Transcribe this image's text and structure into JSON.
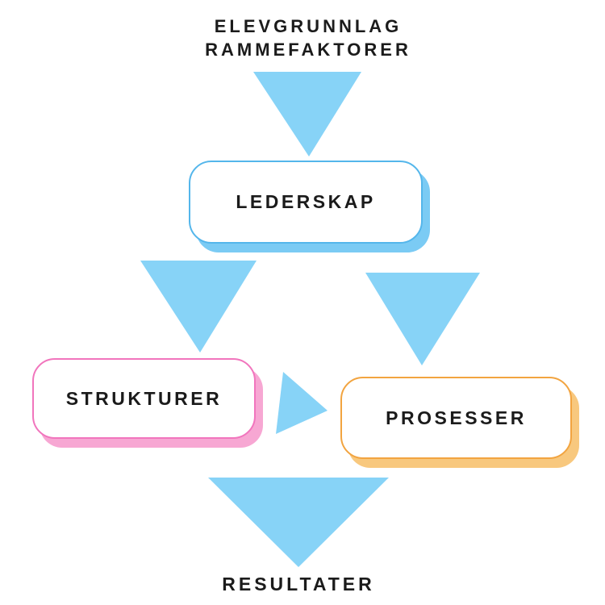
{
  "colors": {
    "background": "#ffffff",
    "arrow_blue": "#87d3f7",
    "box_fill": "#ffffff",
    "text": "#1b1b1b",
    "lederskap_border": "#54b6eb",
    "lederskap_shadow": "#7bcbf4",
    "strukturer_border": "#f175bd",
    "strukturer_shadow": "#f7a7d3",
    "prosesser_border": "#f2a440",
    "prosesser_shadow": "#f8c87e"
  },
  "header": {
    "line1": "ELEVGRUNNLAG",
    "line2": "RAMMEFAKTORER"
  },
  "nodes": {
    "lederskap": {
      "label": "LEDERSKAP"
    },
    "strukturer": {
      "label": "STRUKTURER"
    },
    "prosesser": {
      "label": "PROSESSER"
    }
  },
  "footer": {
    "label": "RESULTATER"
  },
  "arrows": [
    {
      "name": "arrow-down-top-icon",
      "direction": "down",
      "from": "ELEVGRUNNLAG / RAMMEFAKTORER",
      "to": "LEDERSKAP"
    },
    {
      "name": "arrow-down-left-icon",
      "direction": "down",
      "from": "LEDERSKAP",
      "to": "STRUKTURER"
    },
    {
      "name": "arrow-down-right-icon",
      "direction": "down",
      "from": "LEDERSKAP",
      "to": "PROSESSER"
    },
    {
      "name": "arrow-right-middle-icon",
      "direction": "right",
      "from": "STRUKTURER",
      "to": "PROSESSER"
    },
    {
      "name": "arrow-down-bottom-icon",
      "direction": "down",
      "from": "STRUKTURER / PROSESSER",
      "to": "RESULTATER"
    }
  ]
}
